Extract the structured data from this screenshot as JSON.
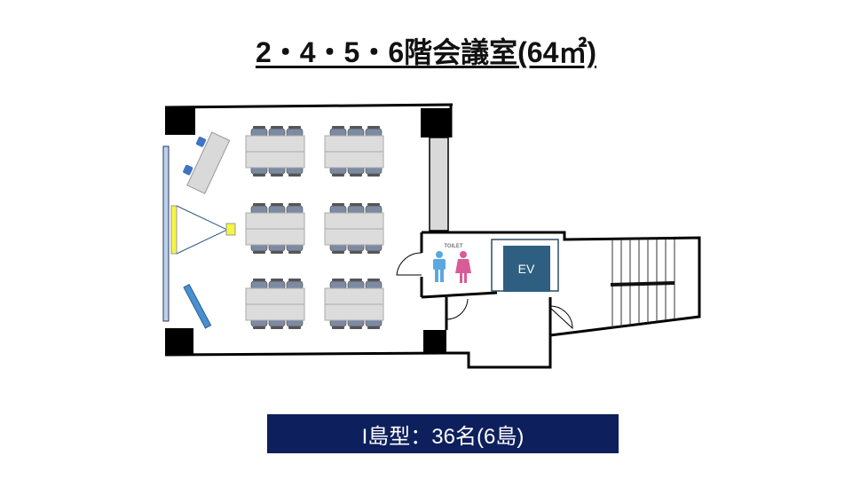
{
  "title": "2・4・5・6階会議室(64㎡)",
  "layout_label": "I島型：36名(6島)",
  "floor_plan": {
    "toilet_label": "TOILET",
    "elevator_label": "EV",
    "table_islands": 6,
    "seats_per_island": 6
  },
  "colors": {
    "banner": "#0d1f5c",
    "elevator": "#2e5f80",
    "chair": "#7d8aa3",
    "lectern_chair": "#3f73c4",
    "screen": "#f5f542",
    "male_icon": "#5aa8e0",
    "female_icon": "#d85c96"
  }
}
